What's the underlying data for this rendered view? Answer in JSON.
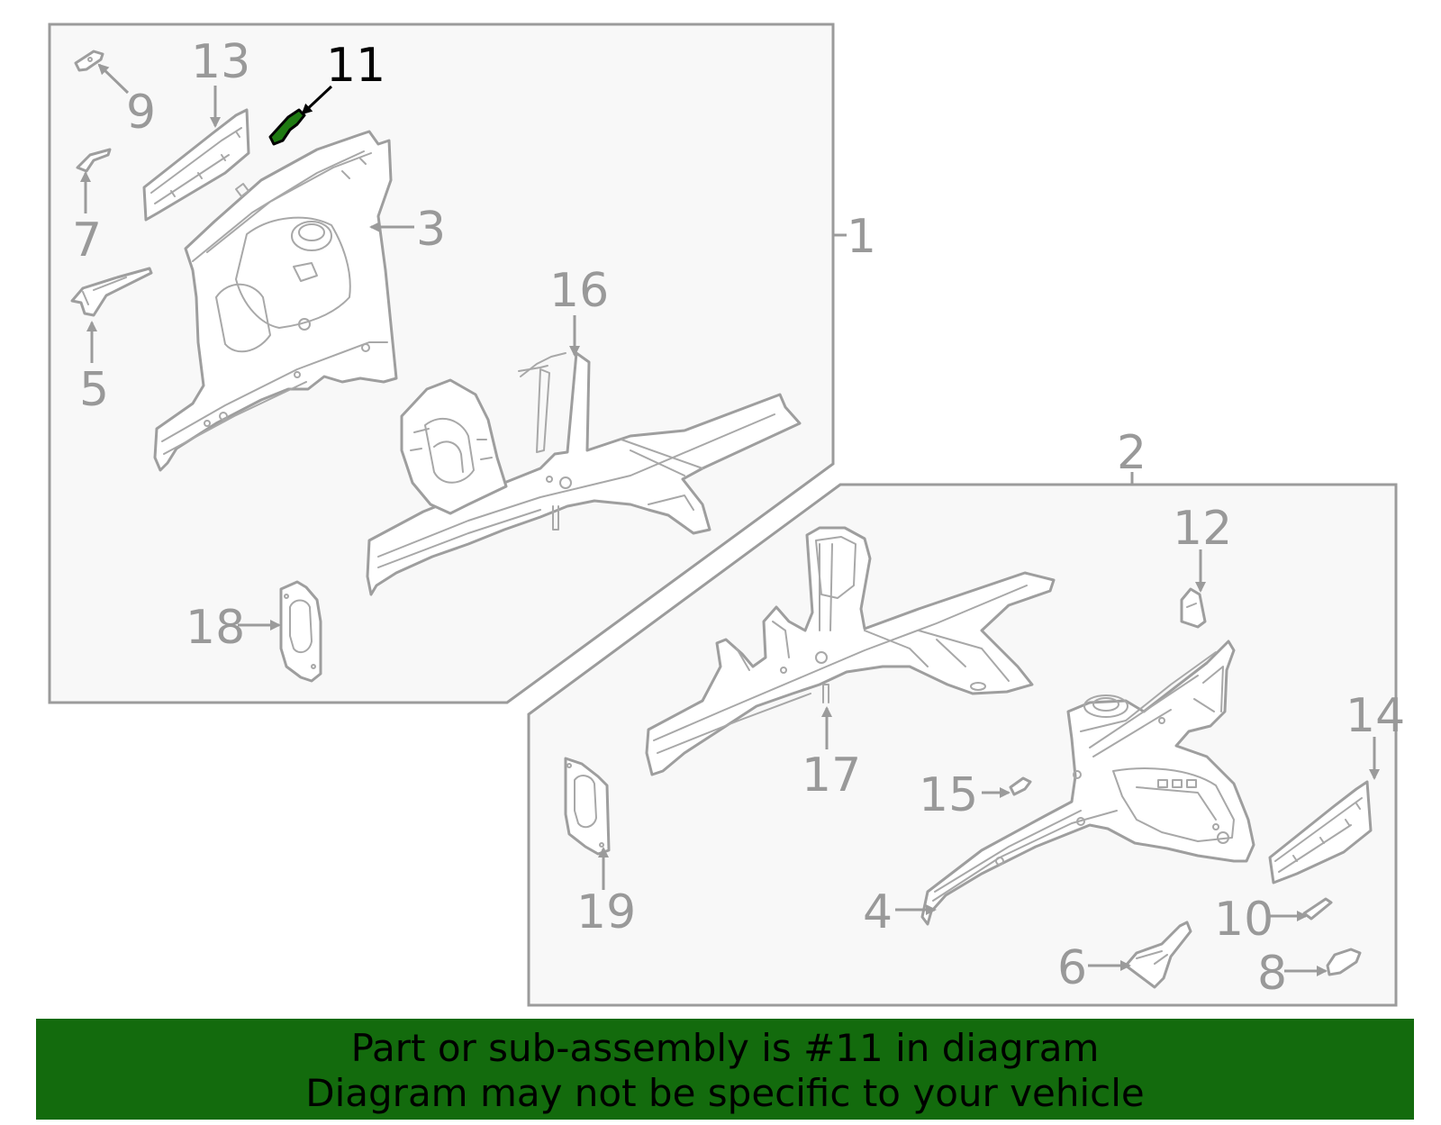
{
  "diagram": {
    "highlight_color": "#1f7a12",
    "callouts": {
      "c1": "1",
      "c2": "2",
      "c3": "3",
      "c4": "4",
      "c5": "5",
      "c6": "6",
      "c7": "7",
      "c8": "8",
      "c9": "9",
      "c10": "10",
      "c11": "11",
      "c12": "12",
      "c13": "13",
      "c14": "14",
      "c15": "15",
      "c16": "16",
      "c17": "17",
      "c18": "18",
      "c19": "19"
    },
    "highlighted_part": "11"
  },
  "banner": {
    "line1": "Part or sub-assembly is #11 in diagram",
    "line2": "Diagram may not be specific to your vehicle",
    "background": "#136b0d"
  }
}
